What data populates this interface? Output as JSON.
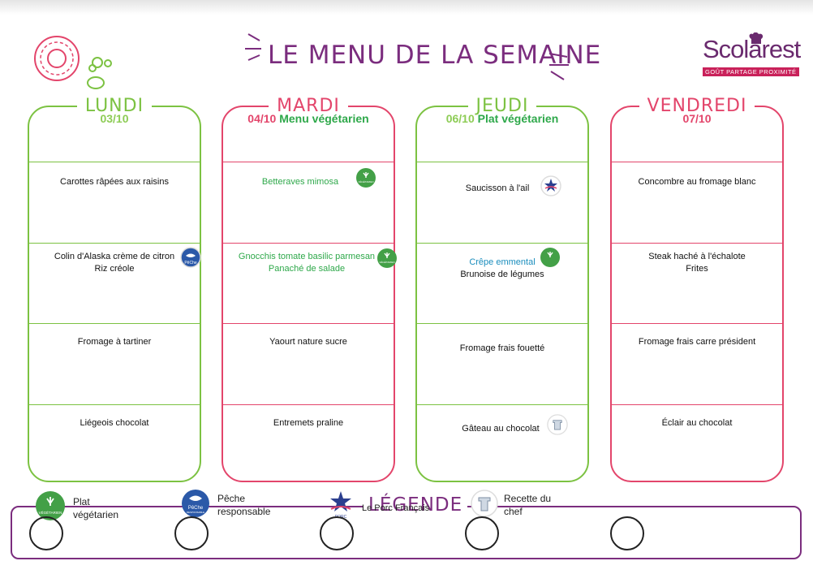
{
  "header": {
    "title": "LE MENU DE LA SEMAINE",
    "brand": "Scolarest",
    "brand_tagline": "GOÛT PARTAGE PROXIMITÉ"
  },
  "colors": {
    "purple": "#7b2d7e",
    "green_border": "#7cc242",
    "pink_border": "#e3456b",
    "veg_text": "#2ea84a"
  },
  "days": [
    {
      "name": "LUNDI",
      "date": "03/10",
      "theme": "",
      "dishes": [
        [
          "Carottes râpées aux raisins"
        ],
        [
          "Colin d'Alaska crème de citron",
          "Riz créole"
        ],
        [
          "Fromage à tartiner"
        ],
        [
          "Liégeois chocolat"
        ]
      ]
    },
    {
      "name": "MARDI",
      "date": "04/10",
      "theme": "Menu végétarien",
      "dishes": [
        [
          "Betteraves mimosa"
        ],
        [
          "Gnocchis tomate basilic parmesan",
          "Panaché de salade"
        ],
        [
          "Yaourt nature sucre"
        ],
        [
          "Entremets praline"
        ]
      ]
    },
    {
      "name": "JEUDI",
      "date": "06/10",
      "theme": "Plat végétarien",
      "dishes": [
        [
          "Saucisson à l'ail"
        ],
        [
          "Crêpe emmental",
          "Brunoise de légumes"
        ],
        [
          "Fromage frais fouetté"
        ],
        [
          "Gâteau au chocolat"
        ]
      ]
    },
    {
      "name": "VENDREDI",
      "date": "07/10",
      "theme": "",
      "dishes": [
        [
          "Concombre au fromage blanc"
        ],
        [
          "Steak haché à l'échalote",
          "Frites"
        ],
        [
          "Fromage frais carre président"
        ],
        [
          "Éclair au chocolat"
        ]
      ]
    }
  ],
  "legend": {
    "title": "LÉGENDE",
    "items": [
      {
        "icon": "vegetarian-icon",
        "label_line1": "Plat",
        "label_line2": "végétarien"
      },
      {
        "icon": "peche-responsable-icon",
        "label_line1": "Pêche",
        "label_line2": "responsable"
      },
      {
        "icon": "porc-francais-icon",
        "label_line1": "Le Porc Français",
        "label_line2": ""
      },
      {
        "icon": "chef-recipe-icon",
        "label_line1": "Recette du",
        "label_line2": "chef"
      }
    ],
    "badge_texts": {
      "veg": "VÉGÉTARIEN",
      "peche": "PêChe",
      "peche_sub": "RESPONSABLE",
      "porc": "PORC"
    }
  }
}
